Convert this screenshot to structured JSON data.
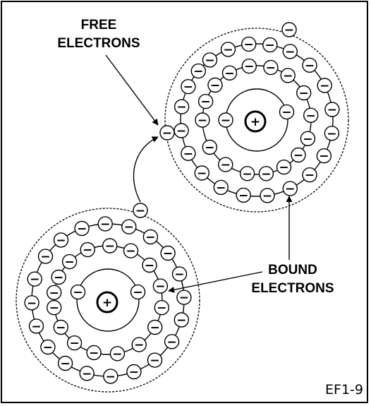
{
  "labels": {
    "free_line1": "FREE",
    "free_line2": "ELECTRONS",
    "bound_line1": "BOUND",
    "bound_line2": "ELECTRONS",
    "figure_id": "EF1-9"
  },
  "symbols": {
    "electron": "−",
    "nucleus": "+"
  },
  "atoms": [
    {
      "name": "upper-right-atom",
      "shells": [
        {
          "name": "inner",
          "electron_angles": [
            180,
            345
          ]
        },
        {
          "name": "middle",
          "electron_angles": [
            220,
            240,
            262,
            285,
            305,
            330,
            355,
            20,
            40,
            60,
            80,
            100,
            125,
            150,
            180,
            200
          ]
        },
        {
          "name": "outer",
          "electron_angles": [
            232,
            248,
            264,
            280,
            296,
            314,
            333,
            352,
            10,
            28,
            46,
            64,
            82,
            100,
            118,
            136,
            154,
            172,
            190,
            206,
            220
          ]
        }
      ]
    },
    {
      "name": "lower-left-atom",
      "shells": [
        {
          "name": "inner",
          "electron_angles": [
            195,
            345
          ]
        },
        {
          "name": "middle",
          "electron_angles": [
            205,
            225,
            248,
            272,
            295,
            320,
            345,
            8,
            30,
            55,
            80,
            105,
            128,
            150,
            172,
            188
          ]
        },
        {
          "name": "outer",
          "electron_angles": [
            215,
            232,
            250,
            268,
            286,
            304,
            322,
            340,
            358,
            15,
            33,
            52,
            70,
            88,
            106,
            124,
            142,
            160,
            178,
            196
          ]
        }
      ]
    }
  ],
  "free_electron_count": 3
}
